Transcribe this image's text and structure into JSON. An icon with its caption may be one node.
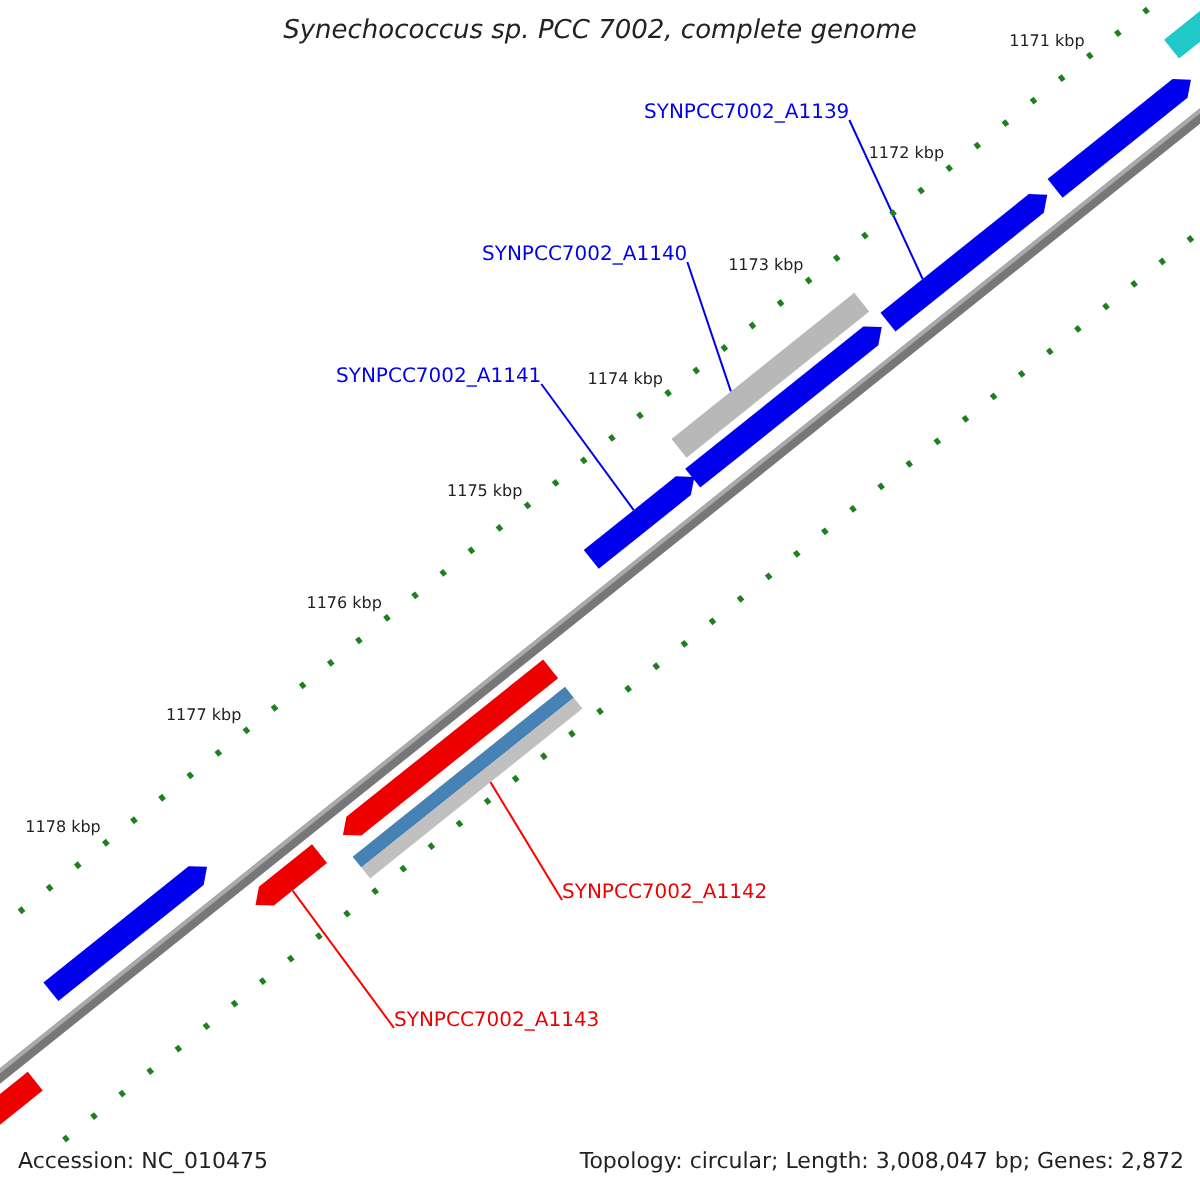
{
  "diagram": {
    "title": "Synechococcus sp. PCC 7002, complete genome",
    "nodes": [
      {
        "text": [
          "SYNPCC7002_A1139"
        ]
      },
      {
        "text": [],
        "shape": "bar"
      },
      {
        "text": [
          "SYNPCC7002_A1140"
        ]
      },
      {
        "text": [],
        "shape": "bar"
      },
      {
        "text": [
          "SYNPCC7002_A1141"
        ]
      },
      {
        "text": [],
        "shape": "bar"
      },
      {
        "text": [
          "SYNPCC7002_A1142"
        ]
      },
      {
        "text": [],
        "shape": "bar"
      },
      {
        "text": [
          "SYNPCC7002_A1143"
        ]
      },
      {
        "text": [],
        "shape": "bar"
      },
      {
        "text": [],
        "shape": "bar"
      },
      {
        "text": [],
        "shape": "bar"
      },
      {
        "text": [],
        "shape": "bar"
      },
      {
        "text": [],
        "shape": "bar"
      },
      {
        "text": [],
        "shape": "bar"
      },
      {
        "text": [],
        "shape": "bar"
      },
      {
        "text": [],
        "shape": "bar"
      }
    ],
    "edges": [
      {
        "from": 0,
        "to": 1,
        "arrow": "none"
      },
      {
        "from": 2,
        "to": 3,
        "arrow": "none"
      },
      {
        "from": 4,
        "to": 5,
        "arrow": "none"
      },
      {
        "from": 6,
        "to": 7,
        "arrow": "none",
        "color": "#ff0000"
      },
      {
        "from": 8,
        "to": 9,
        "arrow": "none",
        "color": "#ff0000"
      }
    ],
    "labels": [
      "1171 kbp",
      "1172 kbp",
      "1173 kbp",
      "1174 kbp",
      "1175 kbp",
      "1176 kbp",
      "1177 kbp",
      "1178 kbp",
      "Accession: NC_010475",
      "Topology: circular; Length: 3,008,047 bp; Genes: 2,872"
    ]
  }
}
